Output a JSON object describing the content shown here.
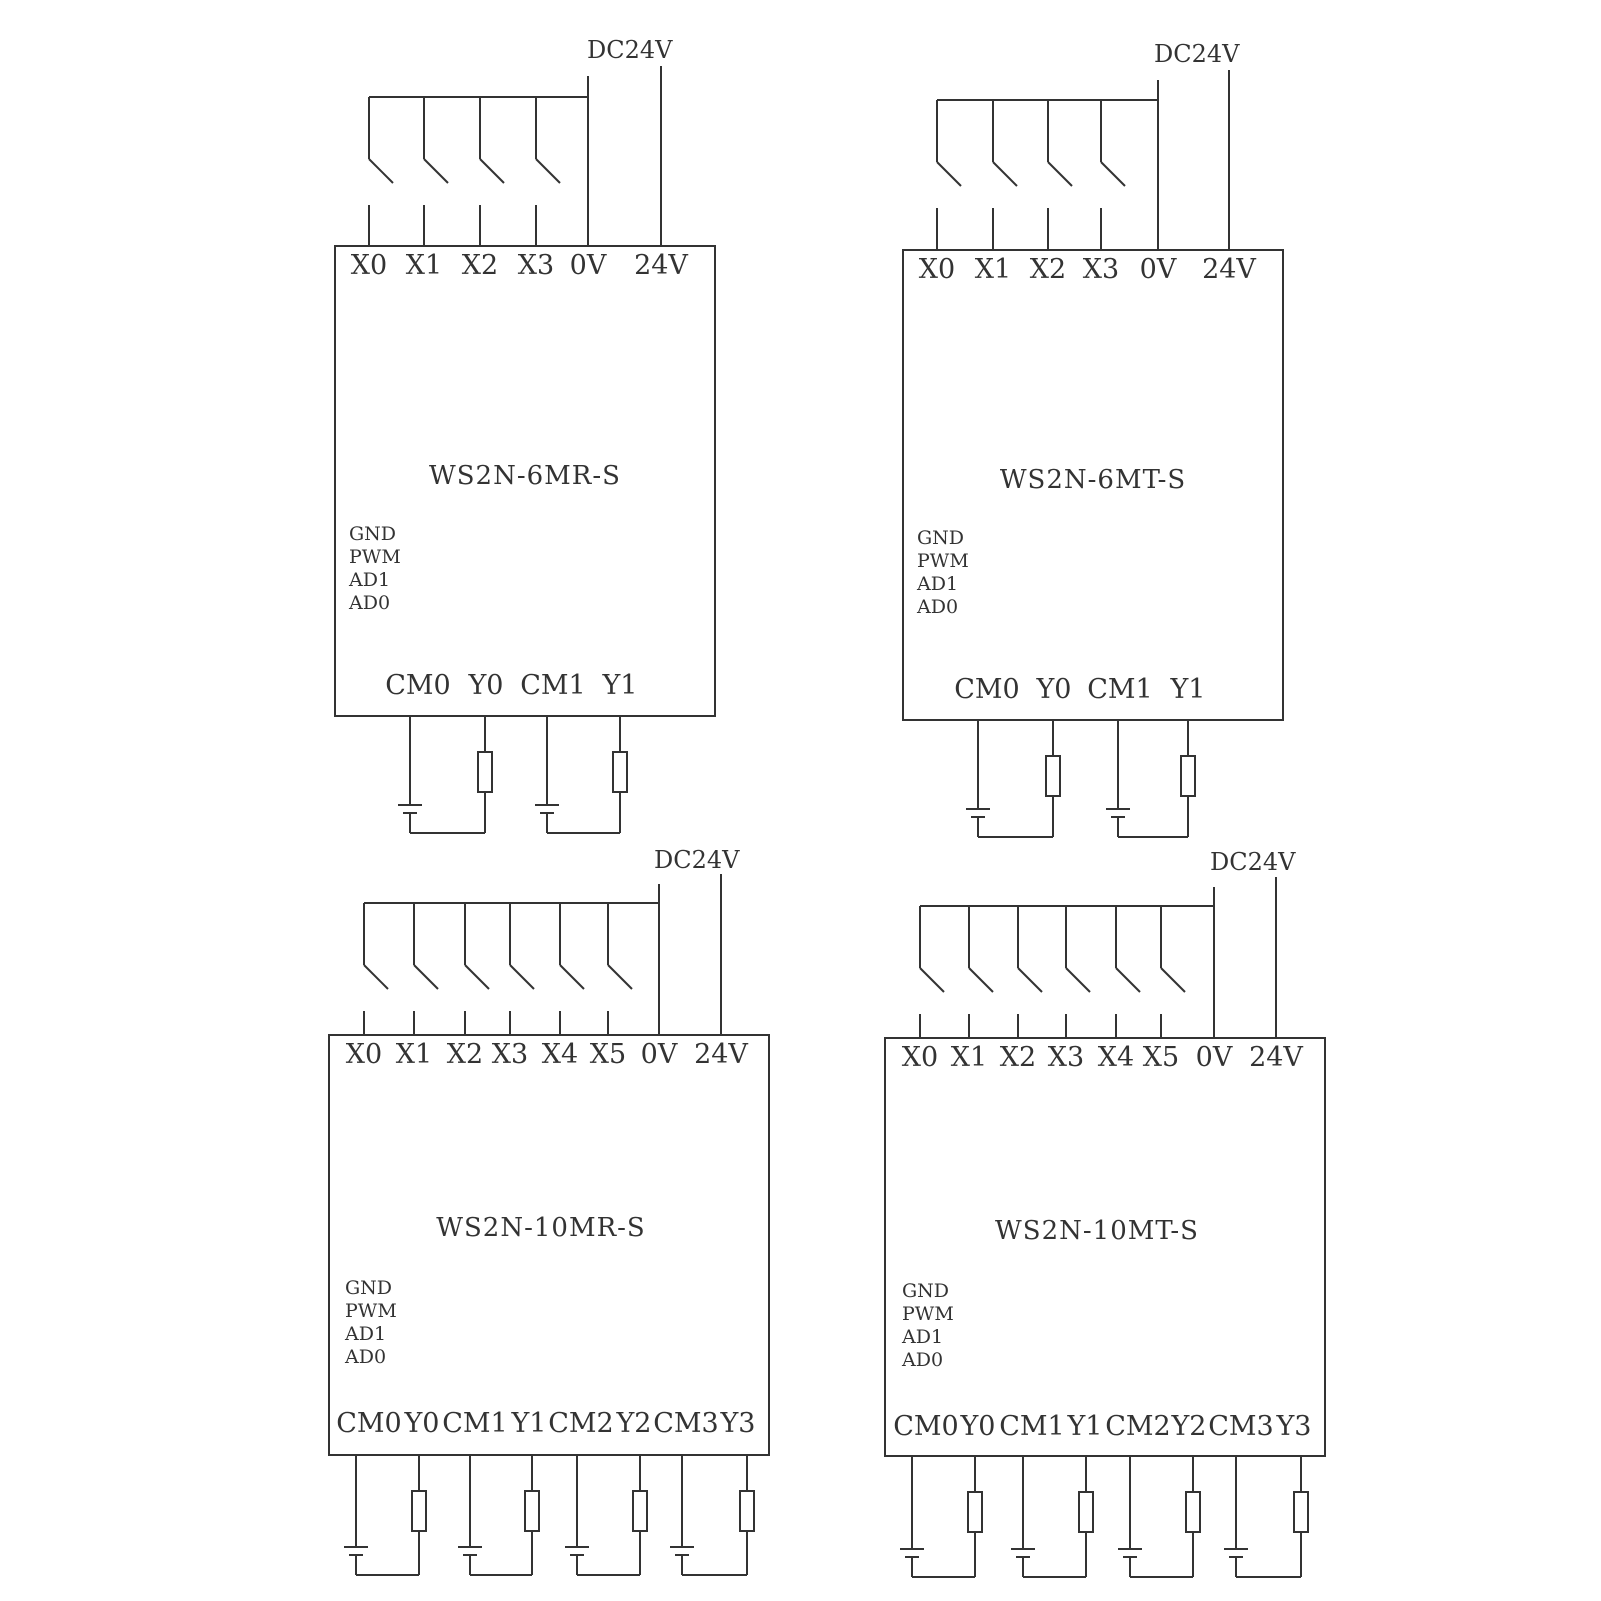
{
  "diagrams": [
    {
      "supply_label": "DC24V",
      "inputs": [
        "X0",
        "X1",
        "X2",
        "X3"
      ],
      "common_labels": [
        "0V",
        "24V"
      ],
      "model": "WS2N-6MR-S",
      "side_labels": [
        "GND",
        "PWM",
        "AD1",
        "AD0"
      ],
      "outputs": [
        "CM0",
        "Y0",
        "CM1",
        "Y1"
      ]
    },
    {
      "supply_label": "DC24V",
      "inputs": [
        "X0",
        "X1",
        "X2",
        "X3"
      ],
      "common_labels": [
        "0V",
        "24V"
      ],
      "model": "WS2N-6MT-S",
      "side_labels": [
        "GND",
        "PWM",
        "AD1",
        "AD0"
      ],
      "outputs": [
        "CM0",
        "Y0",
        "CM1",
        "Y1"
      ]
    },
    {
      "supply_label": "DC24V",
      "inputs": [
        "X0",
        "X1",
        "X2",
        "X3",
        "X4",
        "X5"
      ],
      "common_labels": [
        "0V",
        "24V"
      ],
      "model": "WS2N-10MR-S",
      "side_labels": [
        "GND",
        "PWM",
        "AD1",
        "AD0"
      ],
      "outputs": [
        "CM0",
        "Y0",
        "CM1",
        "Y1",
        "CM2",
        "Y2",
        "CM3",
        "Y3"
      ]
    },
    {
      "supply_label": "DC24V",
      "inputs": [
        "X0",
        "X1",
        "X2",
        "X3",
        "X4",
        "X5"
      ],
      "common_labels": [
        "0V",
        "24V"
      ],
      "model": "WS2N-10MT-S",
      "side_labels": [
        "GND",
        "PWM",
        "AD1",
        "AD0"
      ],
      "outputs": [
        "CM0",
        "Y0",
        "CM1",
        "Y1",
        "CM2",
        "Y2",
        "CM3",
        "Y3"
      ]
    }
  ]
}
